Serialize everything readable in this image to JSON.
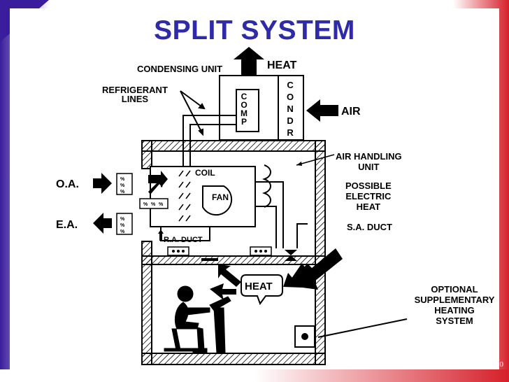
{
  "title": "SPLIT SYSTEM",
  "labels": {
    "condensing_unit": "CONDENSING UNIT",
    "heat_top": "HEAT",
    "refrigerant_lines": [
      "REFRIGERANT",
      "LINES"
    ],
    "comp_letters": [
      "C",
      "O",
      "M",
      "P"
    ],
    "condr_letters": [
      "C",
      "O",
      "N",
      "D",
      "R"
    ],
    "air": "AIR",
    "air_handling_unit": [
      "AIR HANDLING",
      "UNIT"
    ],
    "coil": "COIL",
    "fan": "FAN",
    "possible_electric_heat": [
      "POSSIBLE",
      "ELECTRIC",
      "HEAT"
    ],
    "oa": "O.A.",
    "ea": "E.A.",
    "sa_duct": "S.A. DUCT",
    "ra_duct": "R.A. DUCT",
    "heat_room": "HEAT",
    "optional_supplementary": [
      "OPTIONAL",
      "SUPPLEMENTARY",
      "HEATING",
      "SYSTEM"
    ]
  },
  "slide_number": "Slide 20",
  "colors": {
    "title": "#2e2aa8",
    "frame_left": "#3a1d9c",
    "frame_right": "#d61f2a"
  }
}
